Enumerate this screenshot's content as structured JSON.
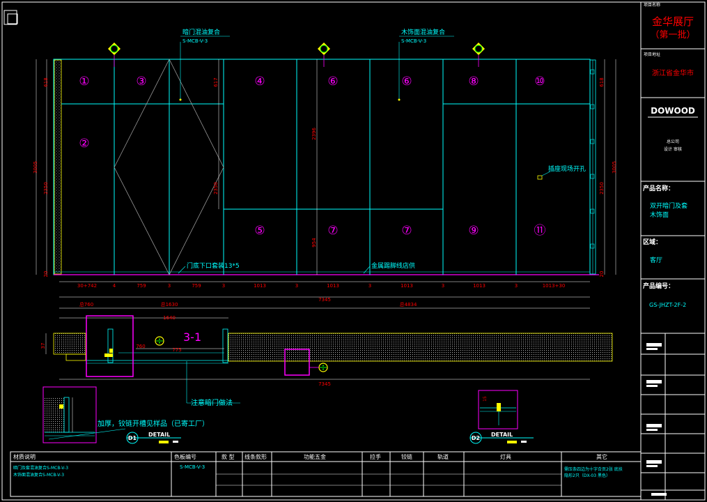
{
  "title_block": {
    "project_name_label": "项目名称",
    "project_name": "金华展厅",
    "project_batch": "（第一批）",
    "project_location_label": "项目地址",
    "project_location": "浙江省金华市",
    "logo_text": "DOWOOD",
    "company_label": "总公司",
    "company_sub": "设计  审核",
    "product_name_label": "产品名称：",
    "product_name_line1": "双开暗门及套",
    "product_name_line2": "木饰面",
    "area_label": "区域：",
    "area_value": "客厅",
    "product_code_label": "产品编号：",
    "product_code": "GS-JHZT-2F-2"
  },
  "elevation": {
    "panel_numbers": [
      "①",
      "③",
      "④",
      "⑥",
      "⑥",
      "⑧",
      "⑩",
      "②",
      "⑤",
      "⑦",
      "⑦",
      "⑨",
      "⑪"
    ],
    "callout_top_left": "暗门混油复合",
    "callout_top_left_code": "S-MCB-V-3",
    "callout_top_right": "木饰面混油复合",
    "callout_top_right_code": "S-MCB-V-3",
    "callout_socket": "插座现场开孔",
    "callout_door_bottom": "门底下口套装13*5",
    "callout_baseboard": "金属踢脚线店供",
    "dims_bottom": [
      "30+742",
      "4",
      "759",
      "3",
      "759",
      "3",
      "1013",
      "3",
      "1013",
      "3",
      "1013",
      "3",
      "1013",
      "3",
      "1013+30"
    ],
    "dim_total": "7345",
    "dims_left": [
      "618",
      "2350",
      "3005",
      "20"
    ],
    "dims_right": [
      "618",
      "2350",
      "3005",
      "20"
    ],
    "dims_mid_left": [
      "617",
      "2350"
    ],
    "dims_mid_center": [
      "2396",
      "954"
    ]
  },
  "plan": {
    "dims_top": [
      "总760",
      "总1630",
      "总4834"
    ],
    "dim_1640": "1640",
    "dim_37": "37",
    "section_label": "3-1",
    "dim_775": "775",
    "dim_760": "760",
    "dim_total": "7345",
    "note": "注意暗门做法"
  },
  "details": {
    "d1_tag": "D1",
    "d1_title": "DETAIL",
    "d1_note": "加厚，铰链开槽见样品（已寄工厂）",
    "d2_tag": "D2",
    "d2_title": "DETAIL",
    "d2_dim": "15"
  },
  "table": {
    "headers": [
      "材质说明",
      "色板编号",
      "款  型",
      "线条款形",
      "功能五金",
      "拉手",
      "铰链",
      "轨道",
      "灯具",
      "其它"
    ],
    "row1": [
      "暗门及套混油复合S-MCB-V-3",
      "S-MCB-V-3",
      "",
      "",
      "",
      "",
      "",
      "",
      "",
      "需压条四边为十字合页2张 底扶"
    ],
    "row2": [
      "木饰面混油复合S-MCB-V-3",
      "",
      "",
      "",
      "",
      "",
      "",
      "",
      "",
      "隐形2只（DX-03 黑色）"
    ]
  },
  "colors": {
    "line_cyan": "#00ffff",
    "dim_red": "#ff0000",
    "magenta": "#ff00ff",
    "yellow": "#ffff00",
    "white": "#ffffff",
    "grey": "#9a9a9a"
  }
}
